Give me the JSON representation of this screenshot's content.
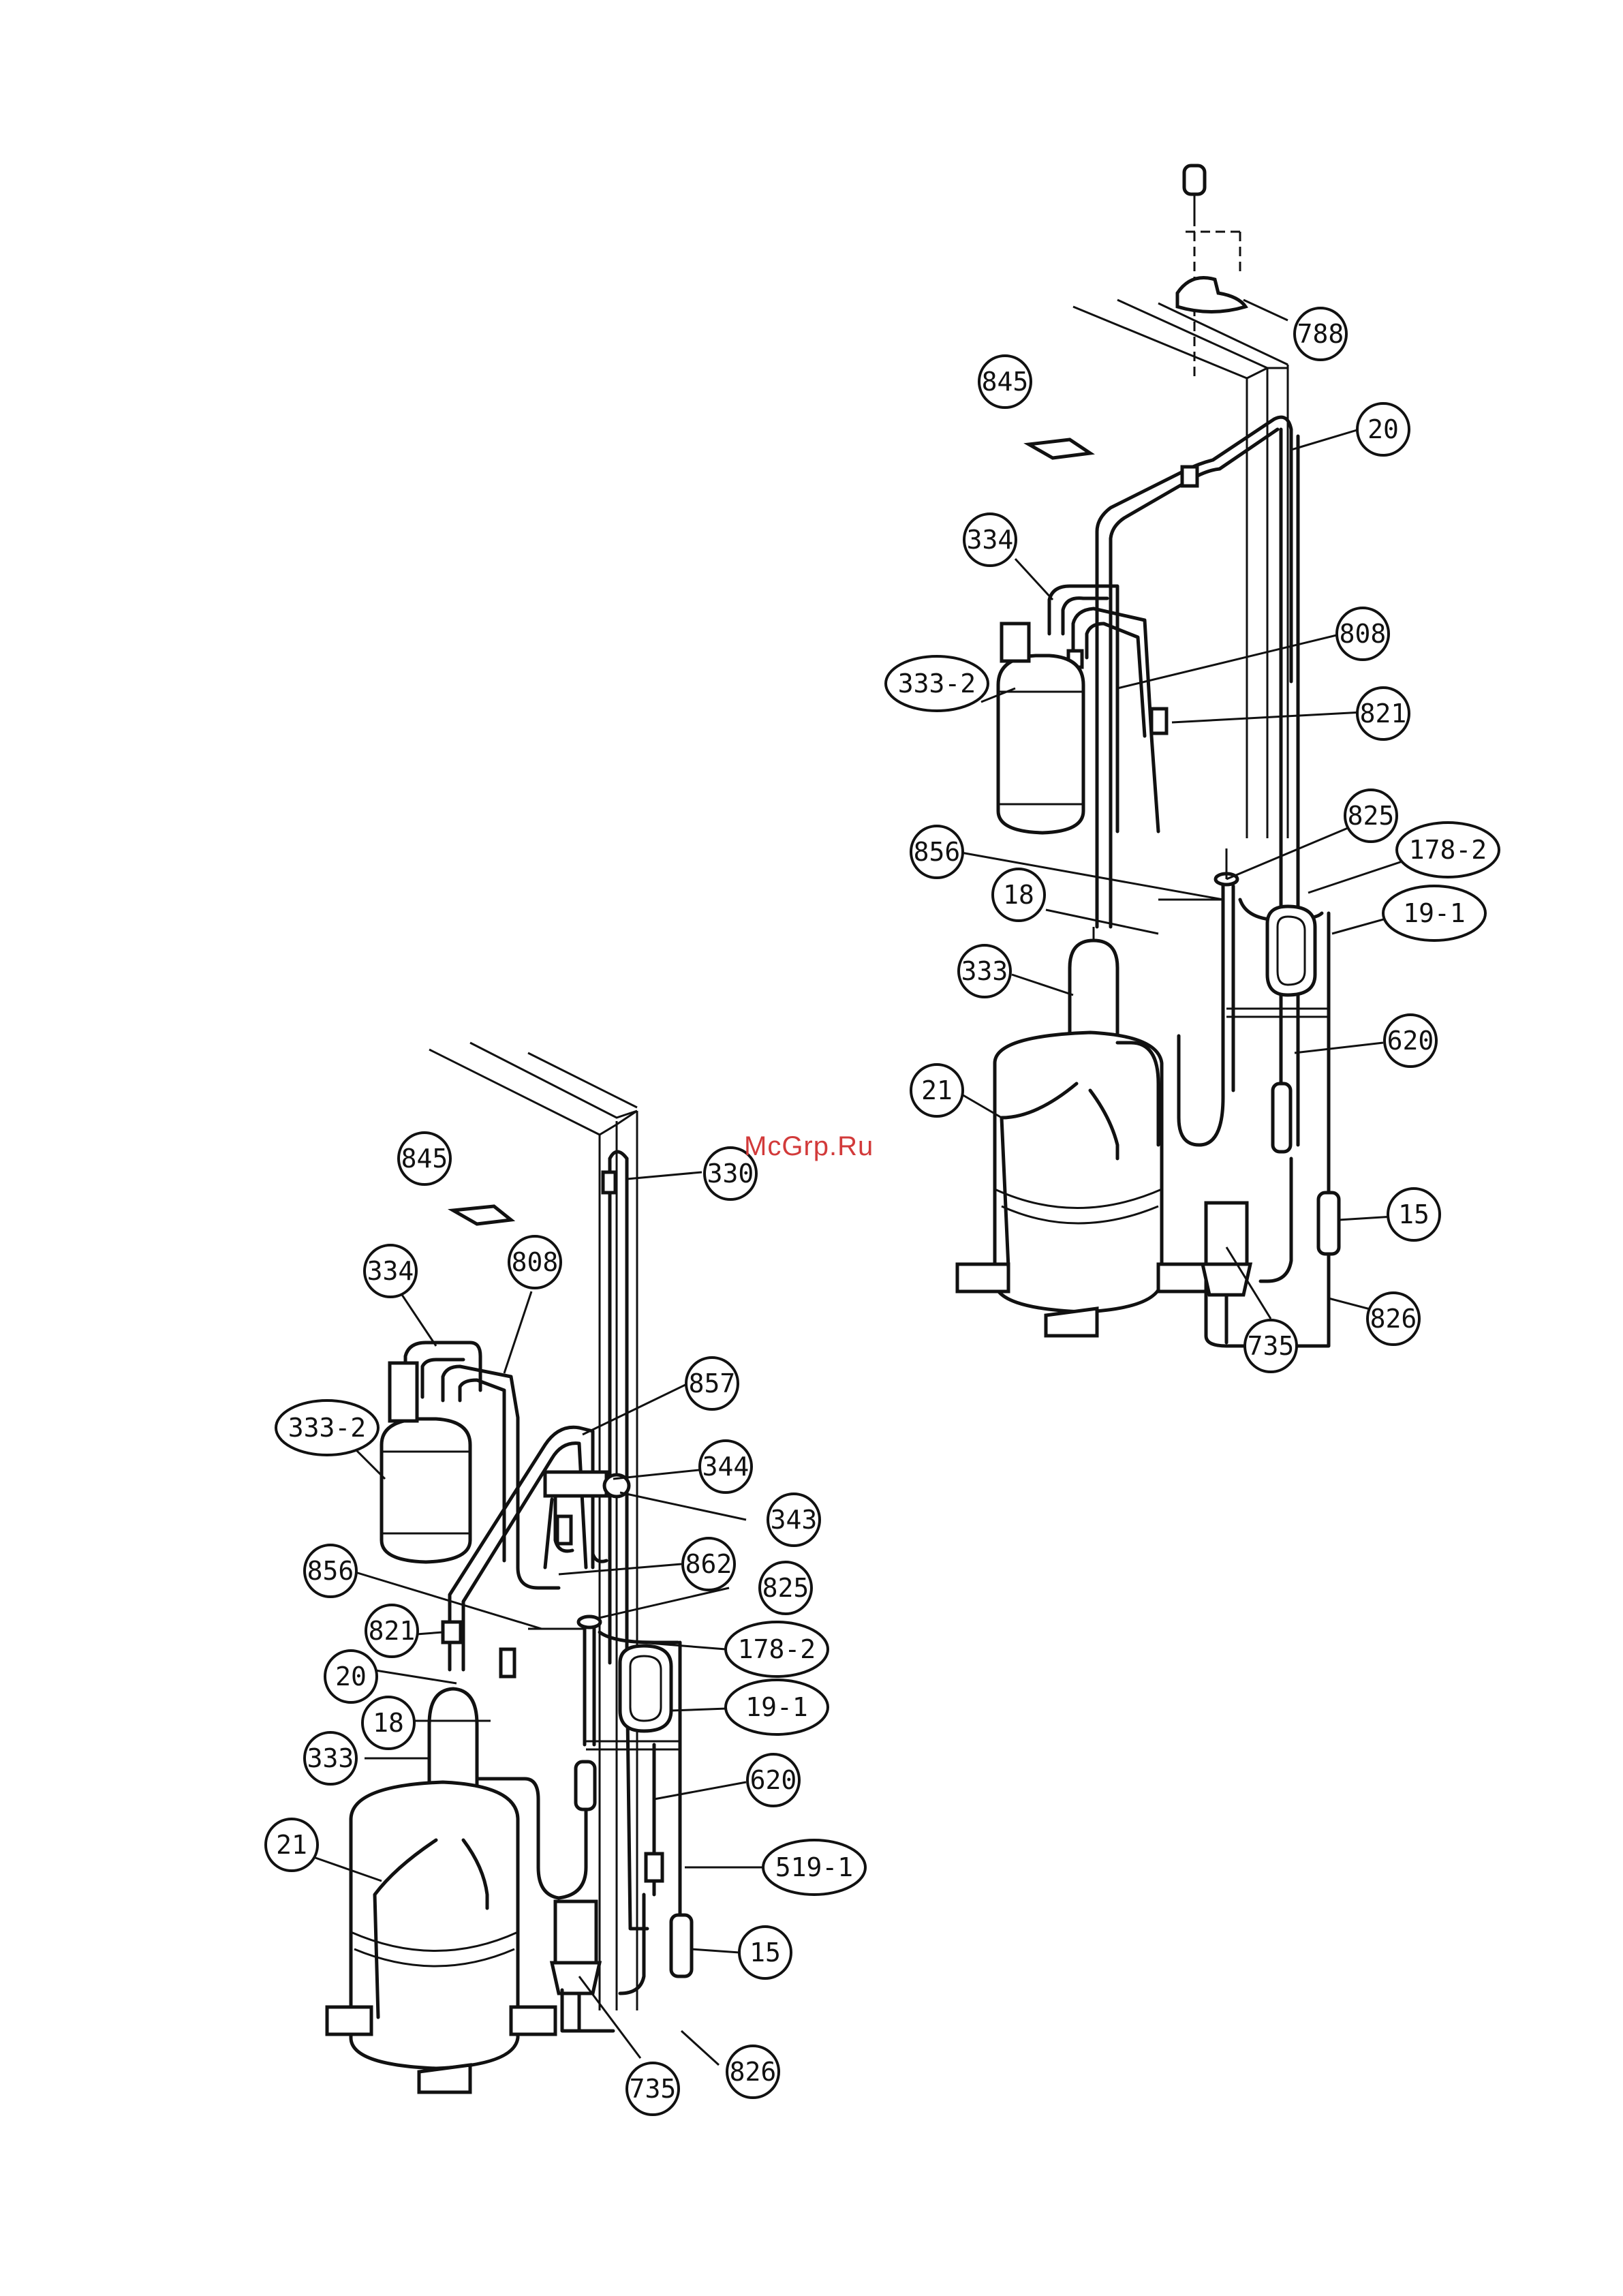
{
  "watermark": "McGrp.Ru",
  "views": {
    "upper_right": {
      "callouts": [
        {
          "id": "uc788",
          "label": "788"
        },
        {
          "id": "uc845",
          "label": "845"
        },
        {
          "id": "uc20",
          "label": "20"
        },
        {
          "id": "uc334",
          "label": "334"
        },
        {
          "id": "uc808",
          "label": "808"
        },
        {
          "id": "uc333-2",
          "label": "333-2"
        },
        {
          "id": "uc821",
          "label": "821"
        },
        {
          "id": "uc825",
          "label": "825"
        },
        {
          "id": "uc856",
          "label": "856"
        },
        {
          "id": "uc178-2",
          "label": "178-2"
        },
        {
          "id": "uc18",
          "label": "18"
        },
        {
          "id": "uc19-1",
          "label": "19-1"
        },
        {
          "id": "uc333",
          "label": "333"
        },
        {
          "id": "uc620",
          "label": "620"
        },
        {
          "id": "uc21",
          "label": "21"
        },
        {
          "id": "uc15",
          "label": "15"
        },
        {
          "id": "uc826",
          "label": "826"
        },
        {
          "id": "uc735",
          "label": "735"
        }
      ]
    },
    "lower_left": {
      "callouts": [
        {
          "id": "lc845",
          "label": "845"
        },
        {
          "id": "lc330",
          "label": "330"
        },
        {
          "id": "lc334",
          "label": "334"
        },
        {
          "id": "lc808",
          "label": "808"
        },
        {
          "id": "lc857",
          "label": "857"
        },
        {
          "id": "lc333-2",
          "label": "333-2"
        },
        {
          "id": "lc344",
          "label": "344"
        },
        {
          "id": "lc343",
          "label": "343"
        },
        {
          "id": "lc862",
          "label": "862"
        },
        {
          "id": "lc856",
          "label": "856"
        },
        {
          "id": "lc825",
          "label": "825"
        },
        {
          "id": "lc821",
          "label": "821"
        },
        {
          "id": "lc178-2",
          "label": "178-2"
        },
        {
          "id": "lc20",
          "label": "20"
        },
        {
          "id": "lc19-1",
          "label": "19-1"
        },
        {
          "id": "lc18",
          "label": "18"
        },
        {
          "id": "lc333",
          "label": "333"
        },
        {
          "id": "lc620",
          "label": "620"
        },
        {
          "id": "lc21",
          "label": "21"
        },
        {
          "id": "lc519-1",
          "label": "519-1"
        },
        {
          "id": "lc15",
          "label": "15"
        },
        {
          "id": "lc826",
          "label": "826"
        },
        {
          "id": "lc735",
          "label": "735"
        }
      ]
    }
  }
}
